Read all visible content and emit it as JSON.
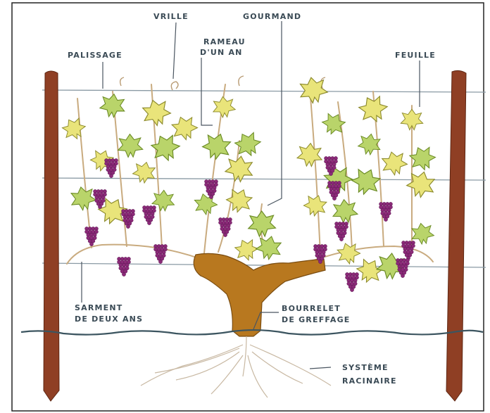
{
  "labels": {
    "vrille": "VRILLE",
    "gourmand": "GOURMAND",
    "rameau_line1": "RAMEAU",
    "rameau_line2": "D'UN AN",
    "palissage": "PALISSAGE",
    "feuille": "FEUILLE",
    "sarment_line1": "SARMENT",
    "sarment_line2": "DE DEUX ANS",
    "bourrelet_line1": "BOURRELET",
    "bourrelet_line2": "DE GREFFAGE",
    "systeme_line1": "SYSTÈME",
    "systeme_line2": "RACINAIRE"
  },
  "colors": {
    "post": "#8f3f24",
    "trunk": "#b8781f",
    "leaf": "#e9e47a",
    "grape": "#8b2a78",
    "label": "#3a4a55"
  }
}
